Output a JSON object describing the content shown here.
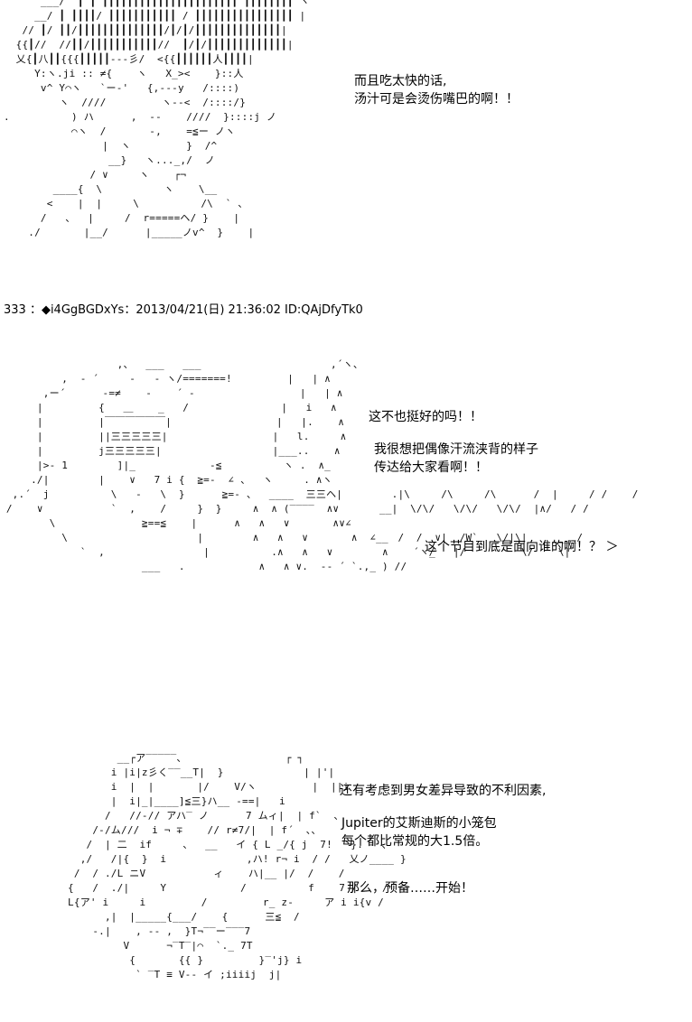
{
  "panel1": {
    "art": [
      "      ___/  ┃ ┃ ┃┃┃┃┃┃┃┃┃┃┃┃┃┃┃┃┃┃┃┃┃┃ ┃┃┃┃┃┃┃┃ ヽ",
      "     __/ ┃ ┃┃┃┃/ ┃┃┃┃┃┃┃┃┃┃┃ / ┃┃┃┃┃┃┃┃┃┃┃┃┃┃┃┃ |",
      "   // ┃/ ┃┃/┃┃┃┃┃┃┃┃┃┃┃┃┃┃/┃/┃/┃┃┃┃┃┃┃┃┃┃┃┃┃┃|",
      "  {{┃//  //┃┃/┃┃┃┃┃┃┃┃┃┃┃//  ┃/┃/┃┃┃┃┃┃┃┃┃┃┃┃┃|",
      "  乂{┃八┃┃{{{┃┃┃┃┃---彡/  <{{┃┃┃┃┃┃人┃┃┃┃|",
      "     Y:ヽ.ji :: ≠{    ヽ   X_><    }::人",
      "      v^ Y⌒ヽ   `ー-'   {,---y   /::::)",
      "         ヽ  ////         ヽ--<  /::::/}",
      ".          ) ハ      ,  --    ////  }::::j ノ",
      "           ⌒ヽ  /       -,    =≦ー ノヽ",
      "                |  ヽ         }  /^",
      "                 __}   ヽ..._,/  ノ",
      "              / ∨     ヽ    ┌¬ ",
      "        ____{  \\          ヽ    \\__ ",
      "       <    |  |     \\          /\\  ` 、",
      "      /   、  |     /  r=====ヘ/ }    |",
      "    ./       |__/      |_____ノv^  }    |"
    ],
    "speech": [
      "而且吃太快的话,",
      "汤汁可是会烫伤嘴巴的啊！！"
    ]
  },
  "post_header": "333 ：◆i4GgBGDxYs：2013/04/21(日) 21:36:02 ID:QAjDfyTk0",
  "panel2": {
    "art": [
      "                   ,、  ___   ___                     ,´ヽ、",
      "          ,  - ´     -   ‐ ヽ/=======!         |   | ∧",
      "       ,ー´      -=≠    ‐    ´ ‐                 |   | ∧",
      "      |         {   ＿    _   /               |   i   ∧",
      "      |         |￣￣￣￣￣￣|                 |   |.    ∧",
      "      |         ||三三三三三|                 |   l.     ∧",
      "      |         j三三三三三|                  |___..    ∧",
      "      |>- 1        ]|_            -≦          ヽ .  ∧_",
      "     ./|        |    ∨   7 i {  ≧=-  ∠ 、  ヽ     . ∧ヽ",
      "  ,.´  j          \\   -   \\  }      ≧=- 、  ____  三三ヘ|",
      " /    ∨           `  ,    /     }  }     ∧  ∧ (‾‾‾‾  ∧∨",
      "        \\              ≧==≦    |      ∧   ∧   ∨       ∧∨∠",
      "          \\                     |        ∧   ∧   ∨       ∧  ∠__",
      "             `  ,                |          .∧   ∧   ∨        ∧    ´ヽ_",
      "                       ___   .            ∧   ∧ ∨.  -- ´ `.,_ ) //"
    ],
    "jagged": [
      "  .|\\     /\\     /\\      /  |     / /    /",
      "__|  \\/\\/   \\/\\/   \\/\\/  |∧/   / /",
      "",
      "   /  /  ∨|  /W`   \\/|\\|    ____/",
      "        /   |/         \\/    \\|"
    ],
    "speech1": "这不也挺好的吗！！",
    "speech2": [
      "我很想把偶像汗流浃背的样子",
      "传达给大家看啊！！"
    ],
    "speech3": "这个节目到底是面向谁的啊！？ ＞"
  },
  "panel3": {
    "art": [
      "                   __┌ア‾‾‾‾‾、                ┌ ┐",
      "                  i |i|z彡く‾‾__T|  }             | |'|",
      "                  i  |  |       |/    V/ヽ         |  ||i",
      "                  |  i|_|____]≦三}ハ__ -==|   i",
      "                 /   //-// アハ‾ ノ      7 ムィ|  | f`  、",
      "               /-/ム///  i ¬ ∓    // r≠7/|  | f´  、、",
      "              /  | 二  if     、  __   イ { L _/{ j  7!   }.  `、",
      "             ,/   /|{  }  i             ,ハ! r¬ i  / /   乂ノ____ }",
      "            /  / ./L ニV           ィ    ハ|__ |/  /    /",
      "           {   /  ./|     Y            /          f    7 /    /",
      "           L{ア' i     i         /         r_ z-     ア i i{v /",
      "                 ,|  |_____{___/    {      三≦  /",
      "               -.|    , -- ,  }T¬‾‾ー‾‾‾7",
      "                    V      ¬‾T‾|⌒  `._ 7T",
      "                     {       {{ }         }‾'j} i",
      "                      ` ‾T ≡ V-- イ ;iiiij  j|"
    ],
    "speech1": "还有考虑到男女差异导致的不利因素,",
    "speech2": [
      "Jupiter的艾斯迪斯的小笼包",
      "每个都比常规的大1.5倍。"
    ],
    "speech3": "那么，预备……开始！"
  }
}
